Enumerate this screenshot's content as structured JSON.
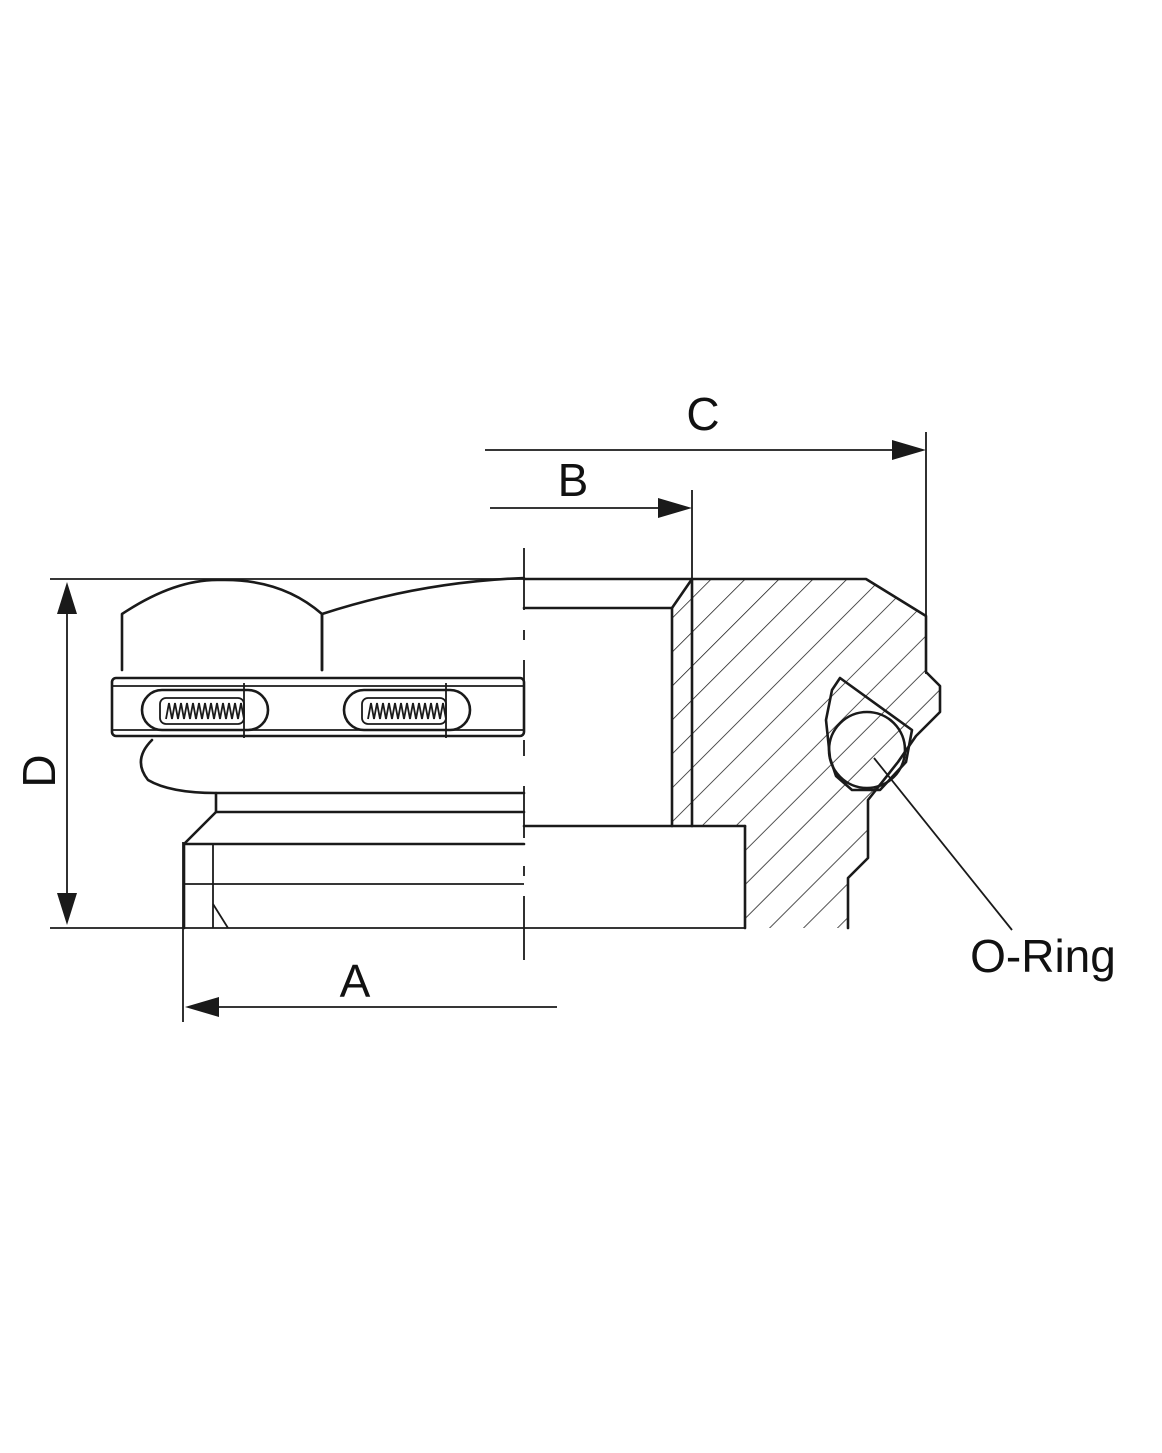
{
  "dimensions": {
    "a": "A",
    "b": "B",
    "c": "C",
    "d": "D"
  },
  "callouts": {
    "o_ring": "O-Ring"
  },
  "colors": {
    "line": "#1a1a1a",
    "background": "#ffffff"
  }
}
